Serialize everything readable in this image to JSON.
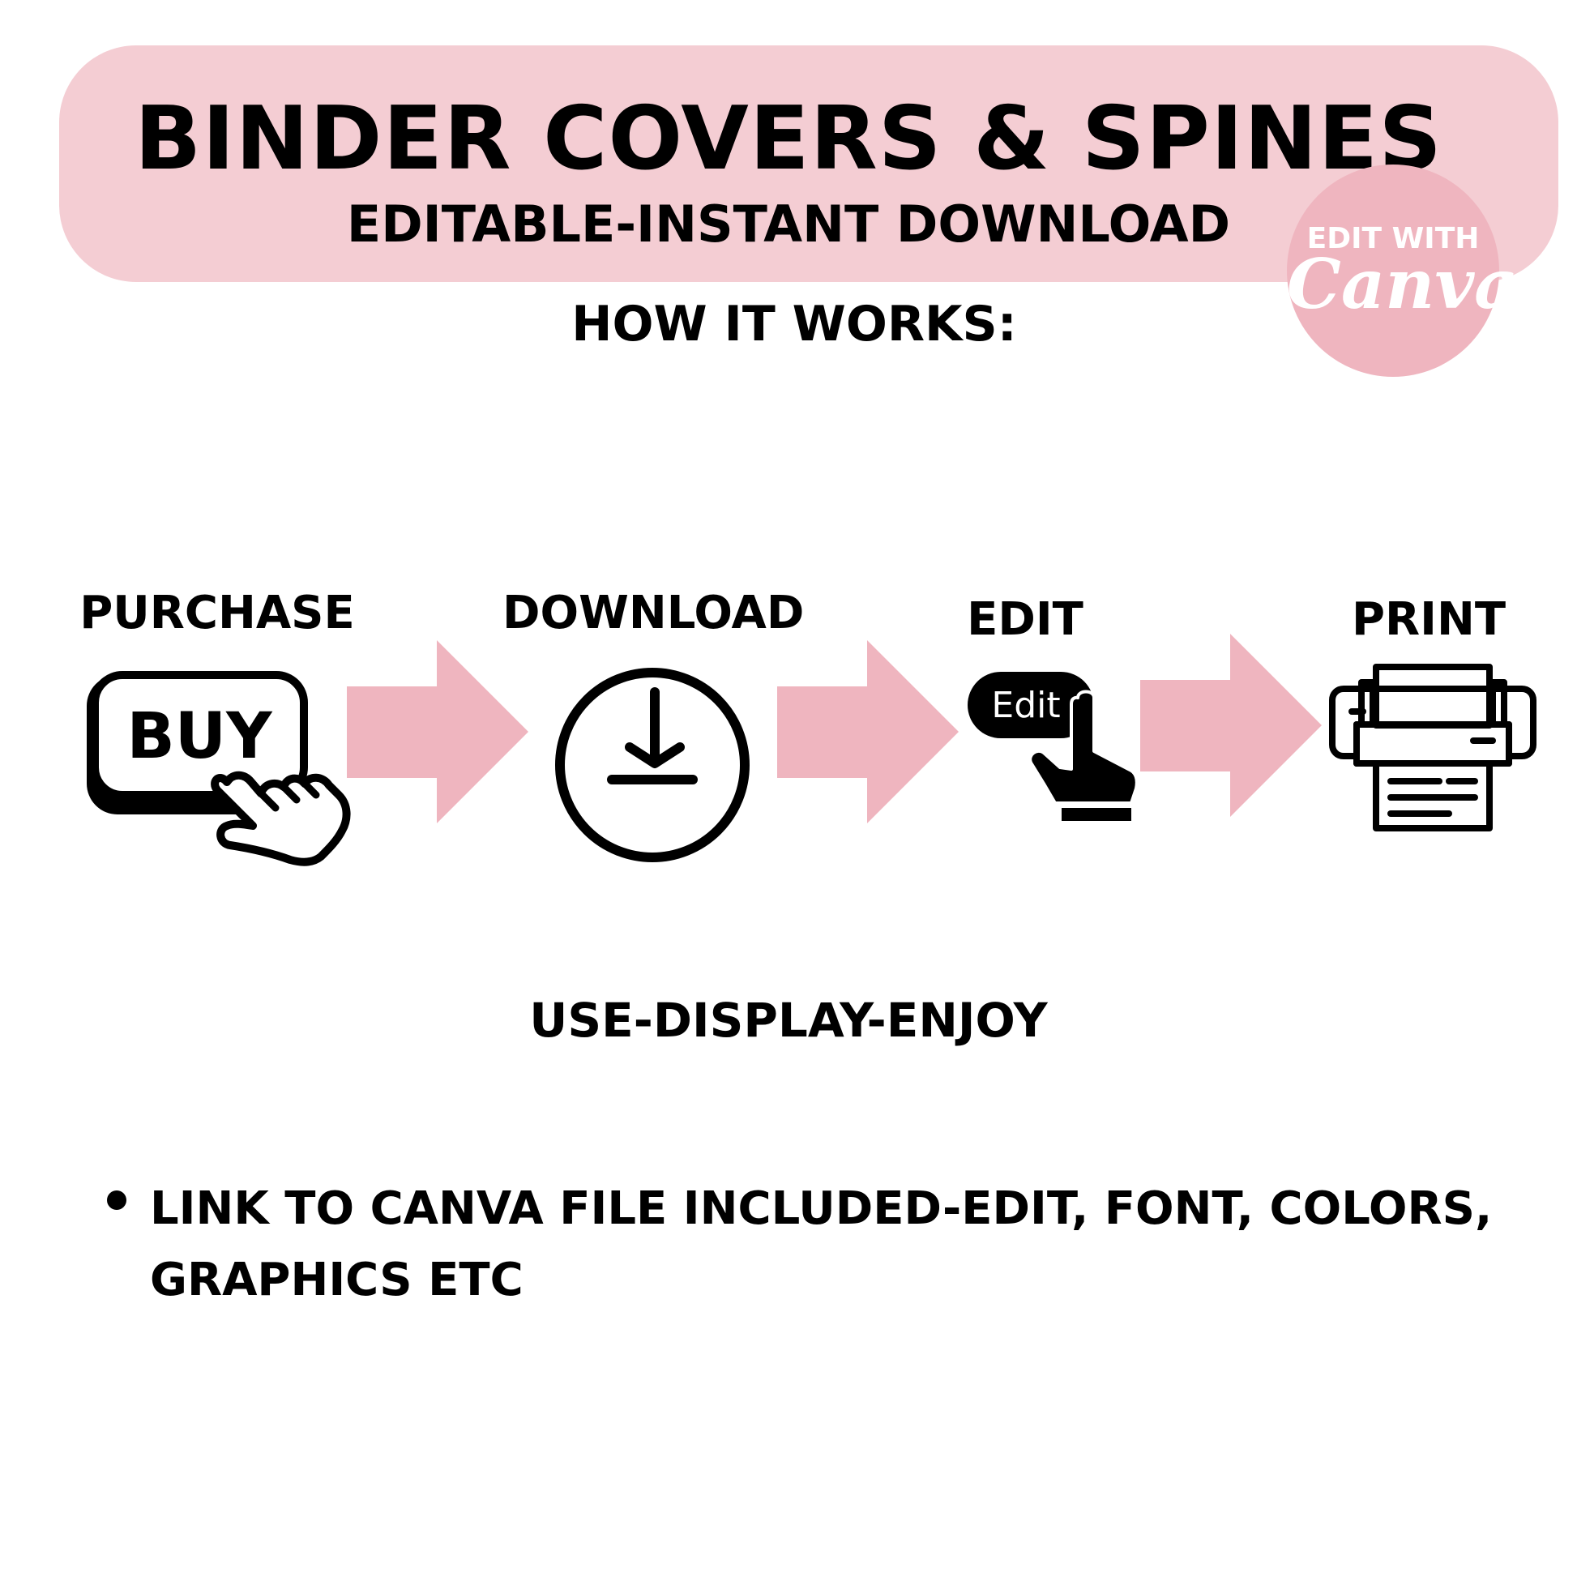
{
  "header": {
    "title": "BINDER COVERS & SPINES",
    "subtitle": "EDITABLE-INSTANT DOWNLOAD"
  },
  "badge": {
    "top_text": "EDIT WITH",
    "script_text": "Canva"
  },
  "how_it_works": "HOW IT WORKS:",
  "steps": [
    {
      "label": "PURCHASE",
      "icon": "buy-button-hand-icon",
      "icon_text": "BUY"
    },
    {
      "label": "DOWNLOAD",
      "icon": "download-circle-icon"
    },
    {
      "label": "EDIT",
      "icon": "edit-tap-hand-icon",
      "icon_text": "Edit"
    },
    {
      "label": "PRINT",
      "icon": "printer-icon"
    }
  ],
  "tagline": "USE-DISPLAY-ENJOY",
  "bullets": [
    "LINK TO CANVA FILE INCLUDED-EDIT, FONT, COLORS, GRAPHICS ETC"
  ],
  "colors": {
    "banner": "#f4cdd3",
    "badge": "#efb5bf",
    "arrow": "#efb5bf",
    "text": "#000000"
  }
}
